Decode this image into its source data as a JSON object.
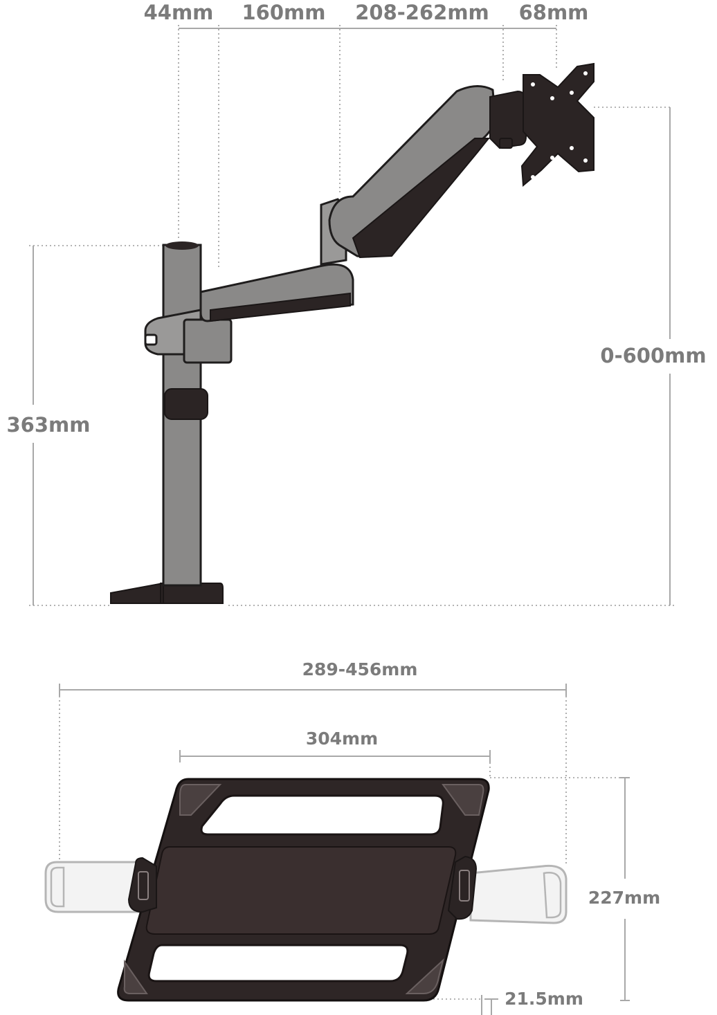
{
  "top_view": {
    "dim_base_offset": "44mm",
    "dim_arm1": "160mm",
    "dim_arm2": "208-262mm",
    "dim_vesa": "68mm",
    "dim_height_range": "0-600mm",
    "dim_pole_height": "363mm"
  },
  "tray_view": {
    "dim_total_width": "289-456mm",
    "dim_tray_width": "304mm",
    "dim_tray_depth": "227mm",
    "dim_lip": "21.5mm"
  },
  "colors": {
    "metal": "#8a8988",
    "dark": "#2b2424",
    "dimension_text": "#7b7b7b"
  }
}
